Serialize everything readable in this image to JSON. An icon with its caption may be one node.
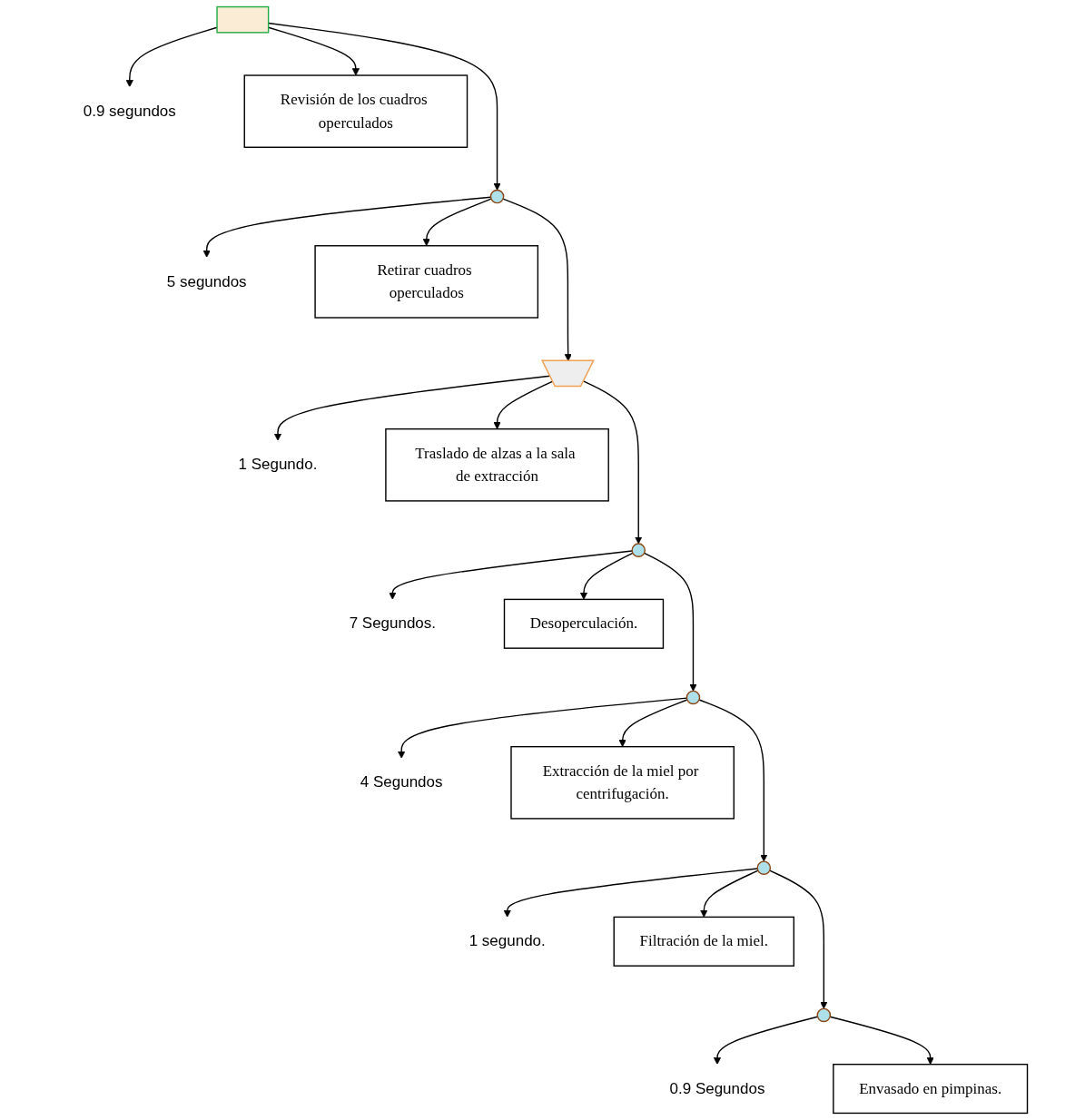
{
  "diagram": {
    "nodes": [
      {
        "text": [],
        "shape": "box"
      },
      {
        "text": [
          "0.9  segundos"
        ]
      },
      {
        "text": [
          "Revisión de los cuadros operculados"
        ]
      },
      {
        "text": [],
        "shape": "circle"
      },
      {
        "text": [
          "5 segundos"
        ]
      },
      {
        "text": [
          "Retirar cuadros operculados"
        ]
      },
      {
        "text": [],
        "shape": "arrow"
      },
      {
        "text": [
          "1 Segundo."
        ]
      },
      {
        "text": [
          "Traslado de alzas a la sala de extracción"
        ]
      },
      {
        "text": [],
        "shape": "circle"
      },
      {
        "text": [
          "7 Segundos."
        ]
      },
      {
        "text": [
          "Desoperculación."
        ]
      },
      {
        "text": [],
        "shape": "circle"
      },
      {
        "text": [
          "4 Segundos"
        ]
      },
      {
        "text": [
          "Extracción de la miel por centrifugación."
        ]
      },
      {
        "text": [],
        "shape": "circle"
      },
      {
        "text": [
          "1 segundo."
        ]
      },
      {
        "text": [
          "Filtración de la miel."
        ]
      },
      {
        "text": [],
        "shape": "circle"
      },
      {
        "text": [
          "0.9 Segundos"
        ]
      },
      {
        "text": [
          "Envasado en pimpinas."
        ]
      }
    ],
    "edges": [
      {
        "from": 0,
        "to": 1,
        "arrow": "to"
      },
      {
        "from": 0,
        "to": 2,
        "arrow": "to"
      },
      {
        "from": 0,
        "to": 3,
        "arrow": "to"
      },
      {
        "from": 3,
        "to": 4,
        "arrow": "to"
      },
      {
        "from": 3,
        "to": 5,
        "arrow": "to"
      },
      {
        "from": 3,
        "to": 6,
        "arrow": "to"
      },
      {
        "from": 6,
        "to": 7,
        "arrow": "to"
      },
      {
        "from": 6,
        "to": 8,
        "arrow": "to"
      },
      {
        "from": 6,
        "to": 9,
        "arrow": "to"
      },
      {
        "from": 9,
        "to": 10,
        "arrow": "to"
      },
      {
        "from": 9,
        "to": 11,
        "arrow": "to"
      },
      {
        "from": 9,
        "to": 12,
        "arrow": "to"
      },
      {
        "from": 12,
        "to": 13,
        "arrow": "to"
      },
      {
        "from": 12,
        "to": 14,
        "arrow": "to"
      },
      {
        "from": 12,
        "to": 15,
        "arrow": "to"
      },
      {
        "from": 15,
        "to": 16,
        "arrow": "to"
      },
      {
        "from": 15,
        "to": 17,
        "arrow": "to"
      },
      {
        "from": 15,
        "to": 18,
        "arrow": "to"
      },
      {
        "from": 18,
        "to": 19,
        "arrow": "to"
      },
      {
        "from": 18,
        "to": 20,
        "arrow": "to"
      }
    ]
  }
}
